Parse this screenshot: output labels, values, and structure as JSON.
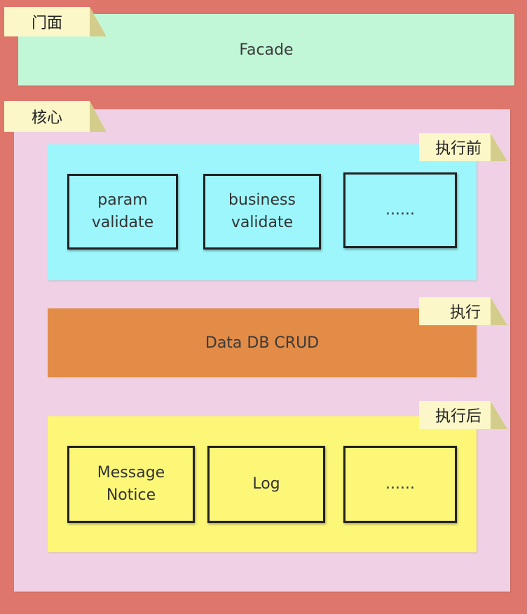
{
  "facade": {
    "tag": "门面",
    "label": "Facade"
  },
  "core": {
    "tag": "核心",
    "before": {
      "tag": "执行前",
      "boxes": [
        {
          "line1": "param",
          "line2": "validate"
        },
        {
          "line1": "business",
          "line2": "validate"
        },
        {
          "line1": "......",
          "line2": ""
        }
      ]
    },
    "exec": {
      "tag": "执行",
      "label": "Data DB CRUD"
    },
    "after": {
      "tag": "执行后",
      "boxes": [
        {
          "line1": "Message",
          "line2": "Notice"
        },
        {
          "line1": "Log",
          "line2": ""
        },
        {
          "line1": "......",
          "line2": ""
        }
      ]
    }
  },
  "colors": {
    "outer": "#df766b",
    "facade": "#c1f7d6",
    "core": "#f0d0e4",
    "before": "#9df6fb",
    "exec": "#e28c47",
    "after": "#fdf778",
    "note": "#fbf7c8"
  }
}
